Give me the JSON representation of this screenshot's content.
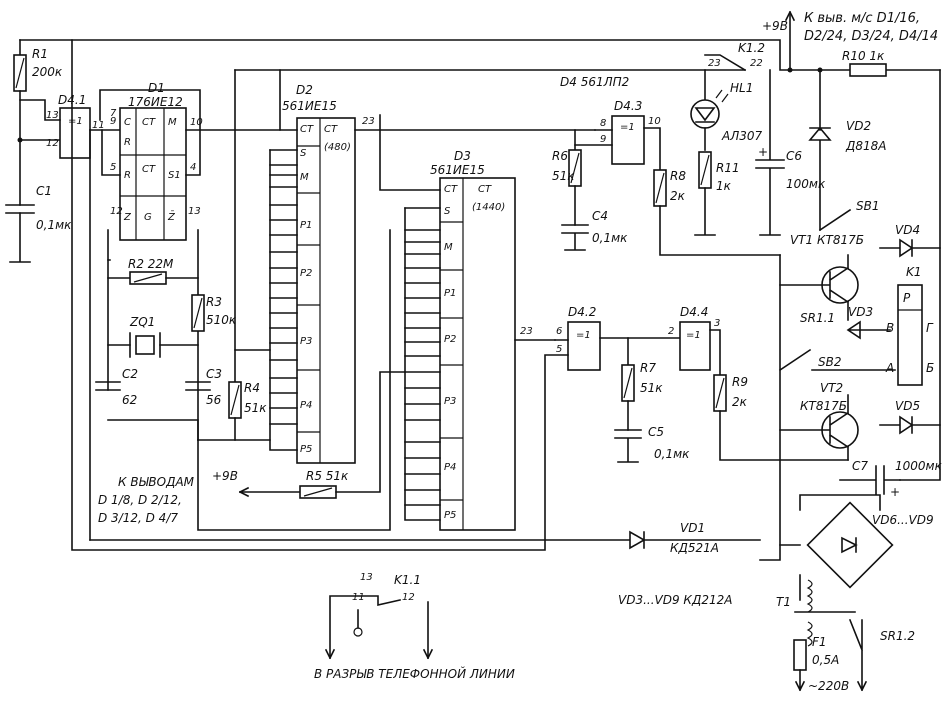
{
  "labels": {
    "r1": "R1",
    "r1_val": "200к",
    "c1": "C1",
    "c1_val": "0,1мк",
    "d41": "D4.1",
    "d1": "D1",
    "d1_type": "176ИЕ12",
    "d2": "D2",
    "d2_type": "561ИЕ15",
    "d2_div": "(480)",
    "d3": "D3",
    "d3_type": "561ИЕ15",
    "d3_div": "(1440)",
    "d4": "D4 561ЛП2",
    "d43": "D4.3",
    "d42": "D4.2",
    "d44": "D4.4",
    "r2": "R2 22М",
    "r3": "R3",
    "r3_val": "510к",
    "zq1": "ZQ1",
    "c2": "C2",
    "c2_val": "62",
    "c3": "C3",
    "c3_val": "56",
    "r4": "R4",
    "r4_val": "51к",
    "r5": "R5 51к",
    "r6": "R6",
    "r6_val": "51к",
    "c4": "C4",
    "c4_val": "0,1мк",
    "r7": "R7",
    "r7_val": "51к",
    "c5": "C5",
    "c5_val": "0,1мк",
    "r8": "R8",
    "r8_val": "2к",
    "r9": "R9",
    "r9_val": "2к",
    "hl1": "HL1",
    "al307": "АЛ307",
    "r11": "R11",
    "r11_val": "1к",
    "c6": "C6",
    "c6_val": "100мк",
    "vd2": "VD2",
    "vd2_type": "Д818А",
    "r10": "R10 1к",
    "plus9": "+9В",
    "kvyv": "К выв. м/с D1/16,",
    "kvyv2": "D2/24, D3/24, D4/14",
    "k12": "K1.2",
    "sb1": "SB1",
    "sb2": "SB2",
    "vt1": "VT1 КТ817Б",
    "vt2": "VT2",
    "vt2_type": "КТ817Б",
    "vd3": "VD3",
    "vd4": "VD4",
    "vd5": "VD5",
    "sr11": "SR1.1",
    "k1": "K1",
    "k1_p": "Р",
    "k1_v": "В",
    "k1_g": "Г",
    "k1_a": "А",
    "k1_b": "Б",
    "c7": "C7",
    "c7_val": "1000мк",
    "c7_plus": "+",
    "vd6": "VD6...VD9",
    "vd1": "VD1",
    "vd1_type": "КД521А",
    "vd39": "VD3...VD9 КД212А",
    "t1": "T1",
    "f1": "F1",
    "f1_val": "0,5А",
    "mains": "~220В",
    "sr12": "SR1.2",
    "k11": "K1.1",
    "k11_13": "13",
    "k11_11": "11",
    "k11_12": "12",
    "phone": "В РАЗРЫВ ТЕЛЕФОННОЙ ЛИНИИ",
    "plus9b": "+9В",
    "kvyvodam": "К ВЫВОДАМ",
    "kv1": "D 1/8, D 2/12,",
    "kv2": "D 3/12, D 4/7",
    "ct": "CT",
    "m": "M",
    "s": "S",
    "r": "R",
    "c": "C",
    "g": "G",
    "z": "Z",
    "zbar": "Z̄",
    "s1": "S1",
    "eq1": "=1",
    "p1": "P1",
    "p2": "P2",
    "p3": "P3",
    "p4": "P4",
    "p5": "P5"
  }
}
